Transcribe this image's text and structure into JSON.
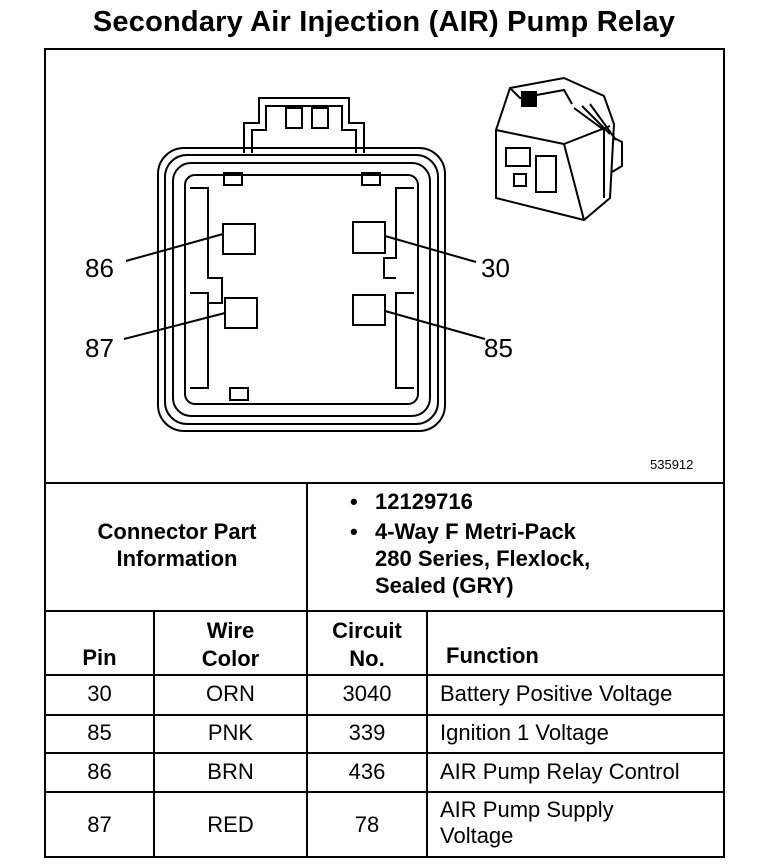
{
  "title": "Secondary Air Injection (AIR) Pump Relay",
  "figure_number": "535912",
  "pin_labels": {
    "p86": "86",
    "p30": "30",
    "p87": "87",
    "p85": "85"
  },
  "connector_info": {
    "label_line1": "Connector Part",
    "label_line2": "Information",
    "items": [
      "12129716",
      "4-Way F Metri-Pack",
      "280 Series, Flexlock,",
      "Sealed (GRY)"
    ]
  },
  "table": {
    "headers": {
      "pin": "Pin",
      "wire_color_1": "Wire",
      "wire_color_2": "Color",
      "circuit_1": "Circuit",
      "circuit_2": "No.",
      "function": "Function"
    },
    "rows": [
      {
        "pin": "30",
        "color": "ORN",
        "circuit": "3040",
        "function": "Battery Positive Voltage"
      },
      {
        "pin": "85",
        "color": "PNK",
        "circuit": "339",
        "function": "Ignition 1 Voltage"
      },
      {
        "pin": "86",
        "color": "BRN",
        "circuit": "436",
        "function": "AIR Pump Relay Control"
      },
      {
        "pin": "87",
        "color": "RED",
        "circuit": "78",
        "function_line1": "AIR Pump Supply",
        "function_line2": "Voltage"
      }
    ]
  }
}
